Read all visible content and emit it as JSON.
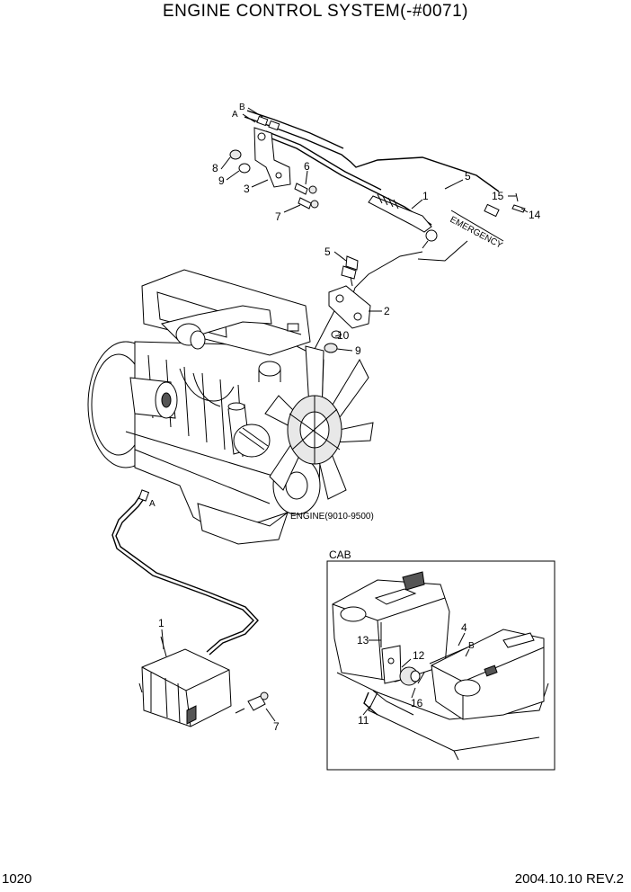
{
  "title": "ENGINE CONTROL SYSTEM(-#0071)",
  "page_number": "1020",
  "revision": "2004.10.10  REV.2",
  "engine_label": "ENGINE(9010-9500)",
  "cab_label": "CAB",
  "emergency_label": "EMERGENCY",
  "callouts": {
    "a_top": "A",
    "b_top": "B",
    "a_lower": "A",
    "b_cab": "B",
    "p1_top": "1",
    "p5_top": "5",
    "p8": "8",
    "p9_top": "9",
    "p3": "3",
    "p6": "6",
    "p7_top": "7",
    "p15": "15",
    "p14": "14",
    "p5_mid": "5",
    "p2": "2",
    "p10": "10",
    "p9_mid": "9",
    "p1_low": "1",
    "p7_low": "7",
    "p13": "13",
    "p12": "12",
    "p4": "4",
    "p11": "11",
    "p16": "16"
  }
}
